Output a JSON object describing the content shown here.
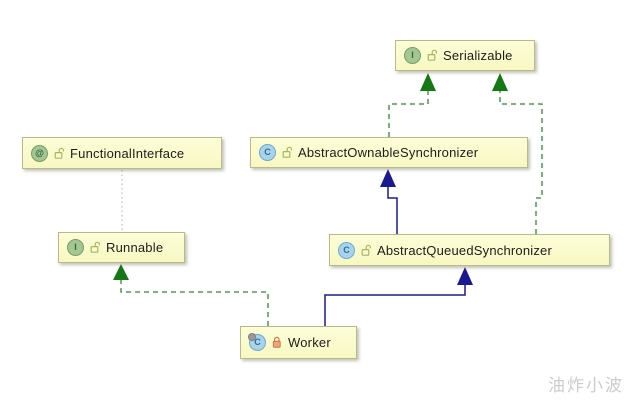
{
  "diagram": {
    "title": "Java class inheritance diagram (IDE UML view)",
    "nodes": [
      {
        "label": "Serializable",
        "kind": "interface",
        "icon": "interface-icon",
        "icon_letter": "I",
        "lock": "open"
      },
      {
        "label": "FunctionalInterface",
        "kind": "annotation",
        "icon": "annotation-icon",
        "icon_letter": "@",
        "lock": "open"
      },
      {
        "label": "AbstractOwnableSynchronizer",
        "kind": "class",
        "icon": "class-icon",
        "icon_letter": "C",
        "lock": "open"
      },
      {
        "label": "Runnable",
        "kind": "interface",
        "icon": "interface-icon",
        "icon_letter": "I",
        "lock": "open"
      },
      {
        "label": "AbstractQueuedSynchronizer",
        "kind": "class",
        "icon": "class-icon",
        "icon_letter": "C",
        "lock": "open"
      },
      {
        "label": "Worker",
        "kind": "class",
        "icon": "class-icon",
        "icon_letter": "C",
        "lock": "closed"
      }
    ],
    "edges": [
      {
        "from": "AbstractOwnableSynchronizer",
        "to": "Serializable",
        "type": "implements",
        "style": "green-dashed-triangle"
      },
      {
        "from": "AbstractQueuedSynchronizer",
        "to": "Serializable",
        "type": "implements",
        "style": "green-dashed-triangle"
      },
      {
        "from": "AbstractQueuedSynchronizer",
        "to": "AbstractOwnableSynchronizer",
        "type": "extends",
        "style": "blue-solid-triangle"
      },
      {
        "from": "Worker",
        "to": "Runnable",
        "type": "implements",
        "style": "green-dashed-triangle"
      },
      {
        "from": "Worker",
        "to": "AbstractQueuedSynchronizer",
        "type": "extends",
        "style": "blue-solid-triangle"
      },
      {
        "from": "FunctionalInterface",
        "to": "Runnable",
        "type": "annotated-by",
        "style": "gray-dotted"
      }
    ],
    "colors": {
      "node_fill": "#fbfcc9",
      "node_border": "#b9b98a",
      "implements_green": "#2e8b2e",
      "arrowhead_green": "#157815",
      "extends_blue": "#1a1a90",
      "annotation_gray": "#adadad",
      "interface_icon_green": "#a3c693",
      "class_icon_blue": "#a9d3ea",
      "closed_lock_orange": "#f0a478"
    },
    "watermark": "油炸小波"
  }
}
